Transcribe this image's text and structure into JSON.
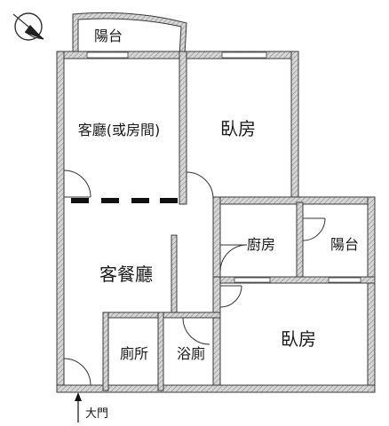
{
  "rooms": {
    "balcony_top": "陽台",
    "living_or_room": "客廳(或房間)",
    "bedroom_top": "臥房",
    "living_dining": "客餐廳",
    "kitchen": "廚房",
    "balcony_right": "陽台",
    "bedroom_bottom": "臥房",
    "toilet": "廁所",
    "bathroom": "浴廁"
  },
  "entrance": {
    "label": "大門"
  },
  "compass": {
    "icon": "north-arrow-icon"
  },
  "colors": {
    "wall_fill": "#cfcfcf",
    "wall_stroke": "#3a3a3a",
    "divider": "#111111",
    "window": "#ffffff"
  }
}
